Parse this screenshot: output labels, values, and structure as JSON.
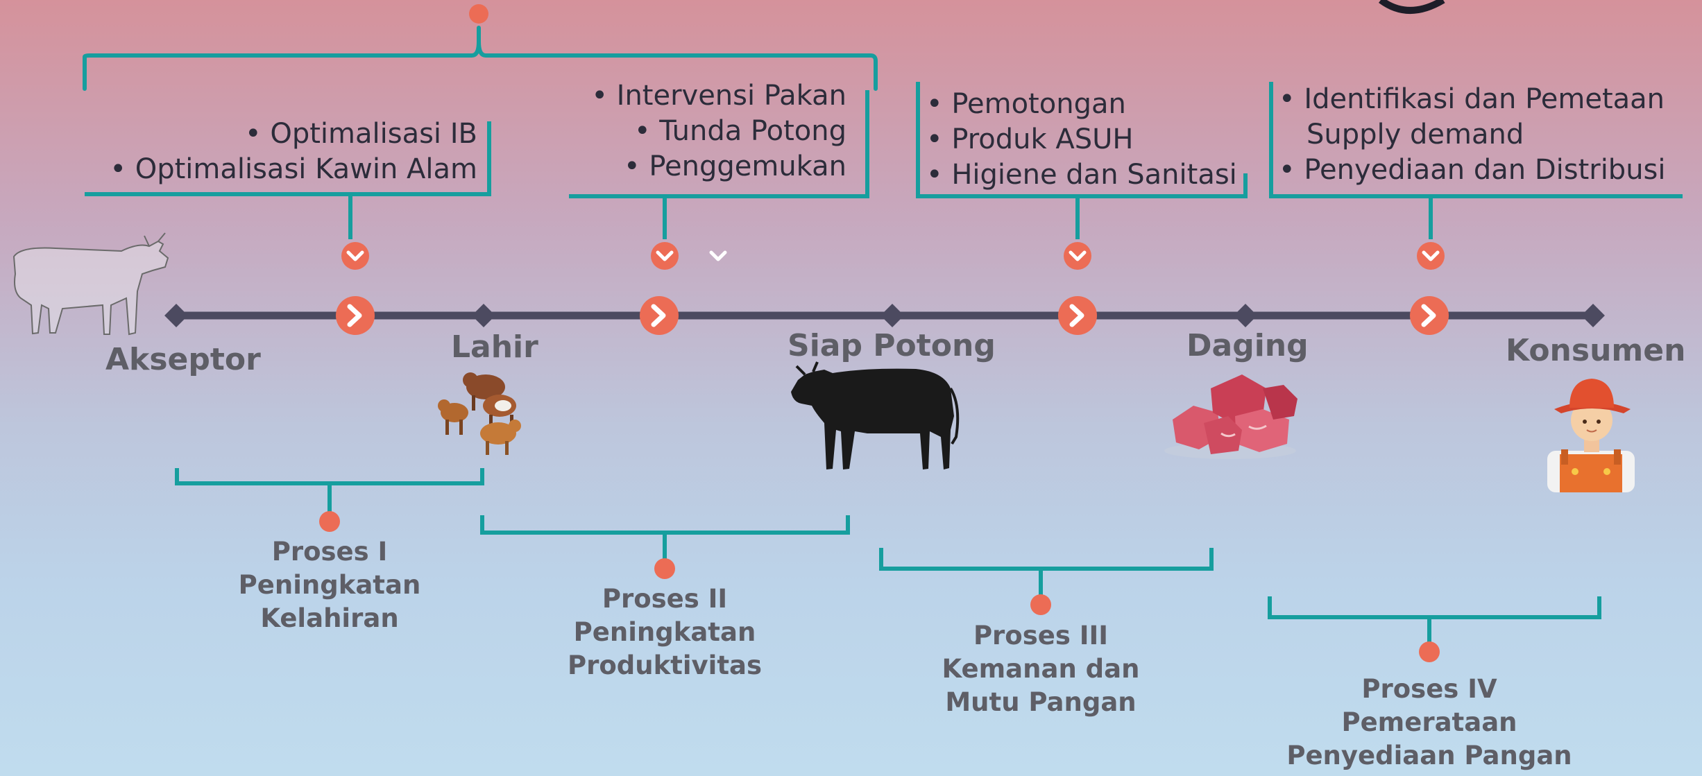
{
  "colors": {
    "accent_teal": "#169e9e",
    "accent_orange": "#ec6c55",
    "timeline": "#4c4a60",
    "stage_text": "#5e5e66"
  },
  "stages": [
    "Akseptor",
    "Lahir",
    "Siap Potong",
    "Daging",
    "Konsumen"
  ],
  "interventions": {
    "box1": [
      "Optimalisasi IB",
      "Optimalisasi Kawin Alam"
    ],
    "box2": [
      "Intervensi Pakan",
      "Tunda Potong",
      "Penggemukan"
    ],
    "box3": [
      "Pemotongan",
      "Produk ASUH",
      "Higiene dan Sanitasi"
    ],
    "box4": [
      "Identifikasi dan Pemetaan",
      "Supply demand",
      "Penyediaan dan Distribusi"
    ]
  },
  "processes": {
    "p1": [
      "Proses I",
      "Peningkatan",
      "Kelahiran"
    ],
    "p2": [
      "Proses II",
      "Peningkatan",
      "Produktivitas"
    ],
    "p3": [
      "Proses III",
      "Kemanan dan",
      "Mutu Pangan"
    ],
    "p4": [
      "Proses IV",
      "Pemerataan",
      "Penyediaan Pangan"
    ]
  },
  "icons": [
    "cow-sketch-icon",
    "calves-icon",
    "bull-silhouette-icon",
    "meat-icon",
    "farmer-icon",
    "chevron-down-icon",
    "chevron-right-icon"
  ]
}
